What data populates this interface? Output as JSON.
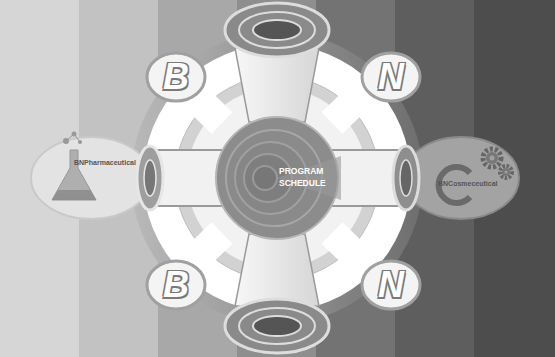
{
  "diagram": {
    "nodes": [
      {
        "text": [
          "B"
        ]
      },
      {
        "text": [
          "N"
        ]
      },
      {
        "text": [
          "BNPharmaceutical"
        ]
      },
      {
        "text": [
          "PROGRAM SCHEDULE"
        ]
      },
      {
        "text": [
          "BNCosmeceutical"
        ]
      },
      {
        "text": [
          "B"
        ]
      },
      {
        "text": [
          "N"
        ]
      }
    ],
    "edges": [
      {
        "from": 3,
        "to": 2,
        "arrow": "none"
      },
      {
        "from": 3,
        "to": 4,
        "arrow": "none"
      }
    ]
  }
}
